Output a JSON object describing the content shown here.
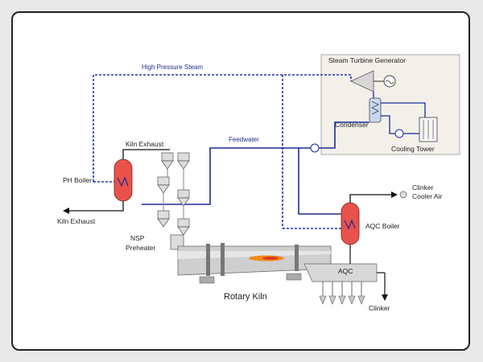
{
  "labels": {
    "high_pressure_steam": "High Pressure Steam",
    "steam_turbine_generator": "Steam Turbine Generator",
    "condenser": "Condenser",
    "cooling_tower": "Cooling Tower",
    "feedwater": "Feedwater",
    "kiln_exhaust_top": "Kiln Exhaust",
    "ph_boiler": "PH Boiler",
    "kiln_exhaust_left": "Kiln Exhaust",
    "nsp_line1": "NSP",
    "nsp_line2": "Preheater",
    "clinker_cooler_air_line1": "Clinker",
    "clinker_cooler_air_line2": "Cooler Air",
    "aqc_boiler": "AQC Boiler",
    "aqc": "AQC",
    "rotary_kiln": "Rotary Kiln",
    "clinker": "Clinker"
  },
  "colors": {
    "steam_line": "#2233aa",
    "feedwater_line": "#1a2a9a",
    "boiler_fill": "#e8524a",
    "turbine_box": "#f3f0ea",
    "kiln_body": "#c9c9c9",
    "flame": "#f08a1c"
  }
}
